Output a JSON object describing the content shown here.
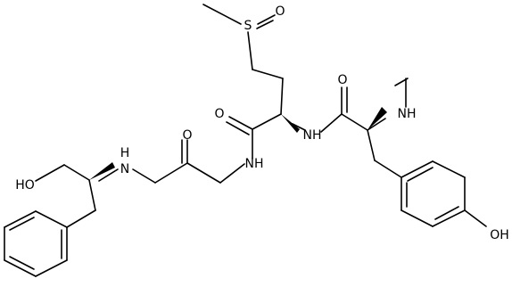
{
  "atoms": {
    "sulfoxide_s": "S",
    "sulfoxide_o": "O",
    "carbonyl_o_top": "O",
    "carbonyl_o_mid": "O",
    "ketone_o": "O",
    "amide_nh_upper": "NH",
    "nh_methyl": "NH",
    "amide_nh_lower": "NH",
    "amine_h": "H",
    "amine_n": "N",
    "hydroxyl_left": "HO",
    "hydroxyl_right": "OH"
  }
}
